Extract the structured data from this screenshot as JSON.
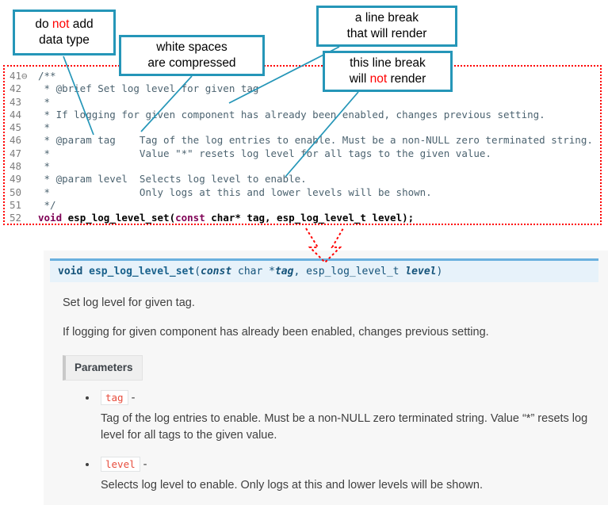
{
  "colors": {
    "callout_border": "#2596b8",
    "connector": "#2596b8",
    "dotted_outline": "#ff0000",
    "highlight_red": "#ff0000",
    "sig_background": "#e7f2fa",
    "sig_border": "#6ab0de",
    "docs_background": "#f7f7f7",
    "param_chip_text": "#e74c3c"
  },
  "callouts": [
    {
      "name": "no-datatype",
      "parts": [
        {
          "t": "do "
        },
        {
          "t": "not",
          "c": "red"
        },
        {
          "t": " add"
        },
        {
          "t": "\n"
        },
        {
          "t": "data type"
        }
      ]
    },
    {
      "name": "whitespace-compressed",
      "parts": [
        {
          "t": "white spaces"
        },
        {
          "t": "\n"
        },
        {
          "t": "are  compressed"
        }
      ]
    },
    {
      "name": "line-break-renders",
      "parts": [
        {
          "t": "a line break"
        },
        {
          "t": "\n"
        },
        {
          "t": "that will render"
        }
      ]
    },
    {
      "name": "line-break-not-render",
      "parts": [
        {
          "t": "this line break"
        },
        {
          "t": "\n"
        },
        {
          "t": "will "
        },
        {
          "t": "not",
          "c": "red"
        },
        {
          "t": " render"
        }
      ]
    }
  ],
  "code": {
    "lines": [
      {
        "num": "41",
        "fold": "⊖",
        "parts": [
          {
            "t": "/**",
            "c": "comment"
          }
        ]
      },
      {
        "num": "42",
        "parts": [
          {
            "t": " * @brief Set log level for given tag",
            "c": "comment"
          }
        ]
      },
      {
        "num": "43",
        "parts": [
          {
            "t": " *",
            "c": "comment"
          }
        ]
      },
      {
        "num": "44",
        "parts": [
          {
            "t": " * If logging for given component has already been enabled, changes previous setting.",
            "c": "comment"
          }
        ]
      },
      {
        "num": "45",
        "parts": [
          {
            "t": " *",
            "c": "comment"
          }
        ]
      },
      {
        "num": "46",
        "parts": [
          {
            "t": " * @param tag    Tag of the log entries to enable. Must be a non-NULL zero terminated string.",
            "c": "comment"
          }
        ]
      },
      {
        "num": "47",
        "parts": [
          {
            "t": " *               Value \"*\" resets log level for all tags to the given value.",
            "c": "comment"
          }
        ]
      },
      {
        "num": "48",
        "parts": [
          {
            "t": " *",
            "c": "comment"
          }
        ]
      },
      {
        "num": "49",
        "parts": [
          {
            "t": " * @param level  Selects log level to enable.",
            "c": "comment"
          }
        ]
      },
      {
        "num": "50",
        "parts": [
          {
            "t": " *               Only logs at this and lower levels will be shown.",
            "c": "comment"
          }
        ]
      },
      {
        "num": "51",
        "parts": [
          {
            "t": " */",
            "c": "comment"
          }
        ]
      },
      {
        "num": "52",
        "parts": [
          {
            "t": "void",
            "c": "kw"
          },
          {
            "t": " ",
            "c": "pl"
          },
          {
            "t": "esp_log_level_set",
            "c": "fn"
          },
          {
            "t": "(",
            "c": "pl"
          },
          {
            "t": "const",
            "c": "kw"
          },
          {
            "t": " char* tag, esp_log_level_t level);",
            "c": "pl"
          }
        ]
      }
    ]
  },
  "docs": {
    "signature_parts": [
      {
        "t": "void ",
        "c": "kw"
      },
      {
        "t": "esp_log_level_set",
        "c": "name"
      },
      {
        "t": "(",
        "c": "pl"
      },
      {
        "t": "const",
        "c": "kw2"
      },
      {
        "t": "  char *",
        "c": "pl"
      },
      {
        "t": "tag",
        "c": "pn"
      },
      {
        "t": ", ",
        "c": "pl"
      },
      {
        "t": "esp_log_level_t ",
        "c": "pl"
      },
      {
        "t": "level",
        "c": "pn"
      },
      {
        "t": ")",
        "c": "pl"
      }
    ],
    "brief": "Set log level for given tag.",
    "description": "If logging for given component has already been enabled, changes previous setting.",
    "parameters_label": "Parameters",
    "params": [
      {
        "name": "tag",
        "sep": " -",
        "desc": "Tag of the log entries to enable. Must be a non-NULL zero terminated string. Value “*” resets log level for all tags to the given value."
      },
      {
        "name": "level",
        "sep": " -",
        "desc": "Selects log level to enable. Only logs at this and lower levels will be shown."
      }
    ]
  }
}
